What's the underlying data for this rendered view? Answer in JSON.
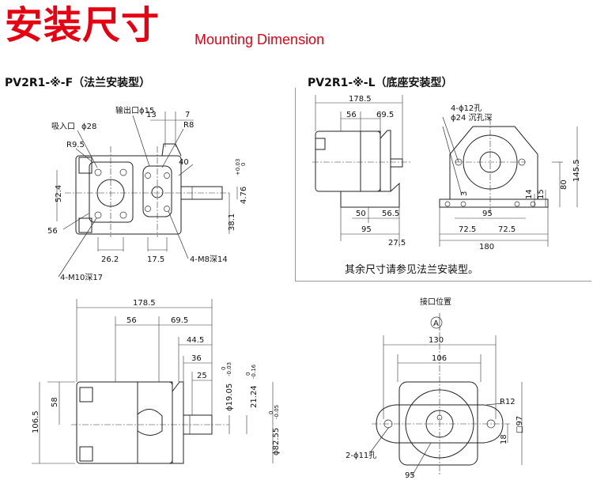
{
  "header": {
    "title_zh": "安装尺寸",
    "title_en": "Mounting Dimension"
  },
  "sections": {
    "flange": "PV2R1-※-F（法兰安装型）",
    "foot": "PV2R1-※-L（底座安装型）",
    "note": "其余尺寸请参见法兰安装型。"
  },
  "flange_view": {
    "outlet": "输出口",
    "outlet_dia": "ϕ15",
    "inlet": "吸入口",
    "inlet_dia": "ϕ28",
    "d13": "13",
    "d7": "7",
    "r8": "R8",
    "r95": "R9.5",
    "d40": "40",
    "d524": "52.4",
    "d56": "56",
    "d262": "26.2",
    "d175": "17.5",
    "d476": "4.76",
    "tol_476_up": "+0.03",
    "tol_476_lo": "0",
    "d381": "38.1",
    "m8": "4-M8深14",
    "m10": "4-M10深17"
  },
  "foot_view": {
    "d1785": "178.5",
    "d56": "56",
    "d695": "69.5",
    "hole": "4-ϕ12孔",
    "cbore": "ϕ24 沉孔深",
    "d1455": "145.5",
    "d3": "3",
    "d14": "14",
    "d15": "15",
    "d80": "80",
    "d95a": "95",
    "d50": "50",
    "d565": "56.5",
    "d95b": "95",
    "d275": "27.5",
    "d725a": "72.5",
    "d725b": "72.5",
    "d180": "180"
  },
  "side_view": {
    "d1785": "178.5",
    "d56": "56",
    "d695": "69.5",
    "d445": "44.5",
    "d36": "36",
    "d25": "25",
    "d58": "58",
    "d1065": "106.5",
    "shaft": "ϕ19.05",
    "shaft_tol_up": "0",
    "shaft_tol_lo": "-0.03",
    "key": "21.24",
    "key_tol_up": "0",
    "key_tol_lo": "-0.16",
    "pilot": "ϕ82.55",
    "pilot_tol_up": "0",
    "pilot_tol_lo": "-0.05"
  },
  "front_view": {
    "port_pos": "接口位置",
    "port_mark": "A",
    "d130": "130",
    "d106": "106",
    "r12": "R12",
    "d18": "18",
    "d97": "□97",
    "holes": "2-ϕ11孔",
    "d95": "95"
  }
}
